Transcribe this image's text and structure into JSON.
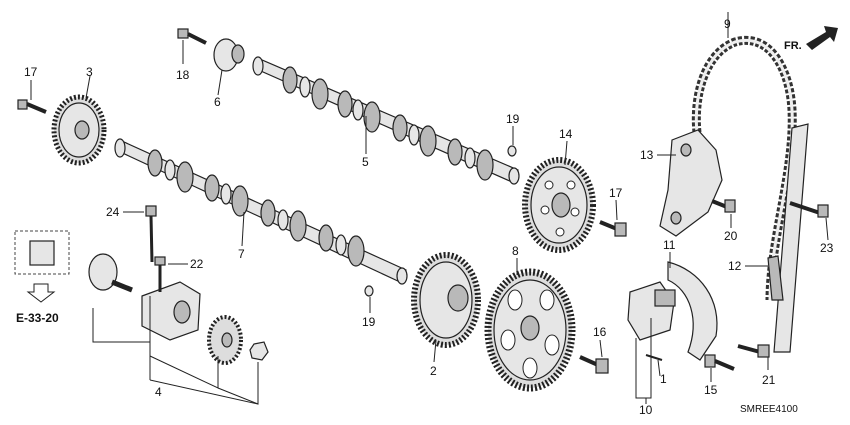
{
  "diagram": {
    "callouts": [
      {
        "id": "p1",
        "text": "1"
      },
      {
        "id": "p2",
        "text": "2"
      },
      {
        "id": "p3",
        "text": "3"
      },
      {
        "id": "p4",
        "text": "4"
      },
      {
        "id": "p5",
        "text": "5"
      },
      {
        "id": "p6",
        "text": "6"
      },
      {
        "id": "p7",
        "text": "7"
      },
      {
        "id": "p8",
        "text": "8"
      },
      {
        "id": "p9",
        "text": "9"
      },
      {
        "id": "p10",
        "text": "10"
      },
      {
        "id": "p11",
        "text": "11"
      },
      {
        "id": "p12",
        "text": "12"
      },
      {
        "id": "p13",
        "text": "13"
      },
      {
        "id": "p14",
        "text": "14"
      },
      {
        "id": "p15",
        "text": "15"
      },
      {
        "id": "p16",
        "text": "16"
      },
      {
        "id": "p17a",
        "text": "17"
      },
      {
        "id": "p17b",
        "text": "17"
      },
      {
        "id": "p18",
        "text": "18"
      },
      {
        "id": "p19a",
        "text": "19"
      },
      {
        "id": "p19b",
        "text": "19"
      },
      {
        "id": "p20",
        "text": "20"
      },
      {
        "id": "p21",
        "text": "21"
      },
      {
        "id": "p22",
        "text": "22"
      },
      {
        "id": "p23",
        "text": "23"
      },
      {
        "id": "p24",
        "text": "24"
      }
    ],
    "reference_label": "E-33-20",
    "direction_label": "FR.",
    "diagram_code": "SMREE4100"
  }
}
